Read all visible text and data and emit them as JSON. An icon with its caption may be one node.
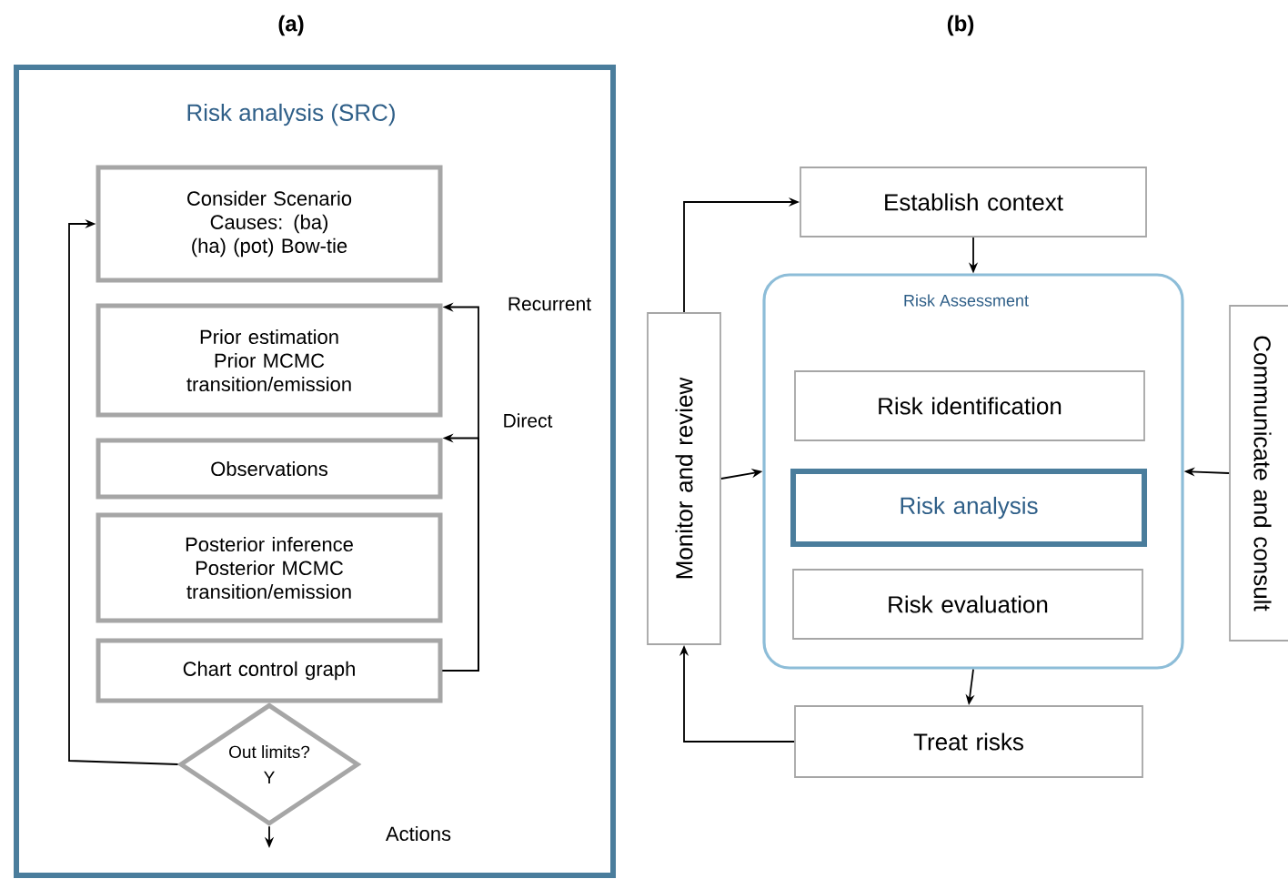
{
  "diagram": {
    "nodes": [
      {
        "text": [
          "Risk analysis (SRC)"
        ]
      },
      {
        "text": [
          "Consider Scenario Causes: (ba) (ha) (pot) Bow-tie"
        ],
        "in": 0
      },
      {
        "text": [
          "Prior estimation Prior MCMC transition/emission"
        ],
        "in": 0
      },
      {
        "text": [
          "Observations"
        ],
        "in": 0
      },
      {
        "text": [
          "Posterior inference Posterior MCMC transition/emission"
        ],
        "in": 0
      },
      {
        "text": [
          "Chart control graph"
        ],
        "in": 0
      },
      {
        "text": [
          "Out limits?",
          "Y"
        ],
        "in": 0
      },
      {
        "text": [
          "Establish context"
        ]
      },
      {
        "text": [
          "Risk Assessment"
        ]
      },
      {
        "text": [
          "Risk identification"
        ],
        "in": 8
      },
      {
        "text": [
          "Risk analysis"
        ],
        "in": 8
      },
      {
        "text": [
          "Risk evaluation"
        ],
        "in": 8
      },
      {
        "text": [
          "Treat risks"
        ]
      },
      {
        "text": [
          "Monitor and review"
        ]
      },
      {
        "text": [
          "Communicate and consult"
        ]
      }
    ],
    "edges": [
      {
        "from": 5,
        "to": 2,
        "arrow": "to",
        "label": "Recurrent"
      },
      {
        "from": 5,
        "to": 3,
        "arrow": "to",
        "label": "Direct"
      },
      {
        "from": 6,
        "to": 1,
        "arrow": "to"
      },
      {
        "from": 6,
        "to": null,
        "arrow": "to"
      },
      {
        "from": 7,
        "to": 8,
        "arrow": "to"
      },
      {
        "from": 8,
        "to": 12,
        "arrow": "to"
      },
      {
        "from": 12,
        "to": 13,
        "arrow": "to"
      },
      {
        "from": 13,
        "to": 7,
        "arrow": "to"
      },
      {
        "from": 13,
        "to": 8,
        "arrow": "to"
      },
      {
        "from": 14,
        "to": 8,
        "arrow": "to"
      }
    ],
    "labels": [
      "(a)",
      "(b)",
      "Actions"
    ]
  }
}
